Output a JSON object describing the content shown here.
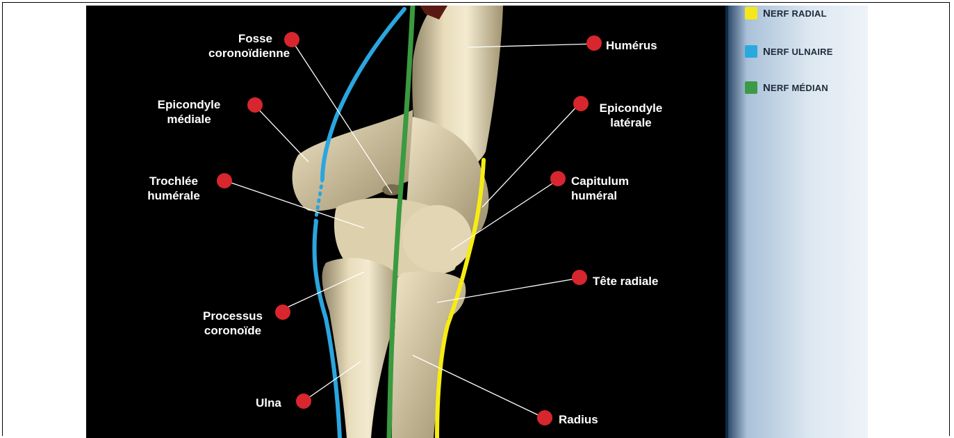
{
  "labels": {
    "fosse": "Fosse\ncoronoïdienne",
    "humerus": "Humérus",
    "epicondyle_mediale": "Epicondyle\nmédiale",
    "epicondyle_laterale": "Epicondyle\nlatérale",
    "trochlee": "Trochlée\nhumérale",
    "capitulum": "Capitulum\nhuméral",
    "tete_radiale": "Tête radiale",
    "processus": "Processus\ncoronoïde",
    "ulna": "Ulna",
    "radius": "Radius"
  },
  "legend": [
    {
      "first": "N",
      "rest": "ERF RADIAL",
      "color": "#f4e81c"
    },
    {
      "first": "N",
      "rest": "ERF ULNAIRE",
      "color": "#29a9e0"
    },
    {
      "first": "N",
      "rest": "ERF MÉDIAN",
      "color": "#3c9a46"
    }
  ],
  "colors": {
    "marker": "#d7262e",
    "nerf_radial": "#f7ec12",
    "nerf_ulnaire": "#2aa6df",
    "nerf_median": "#3a9a3f"
  }
}
